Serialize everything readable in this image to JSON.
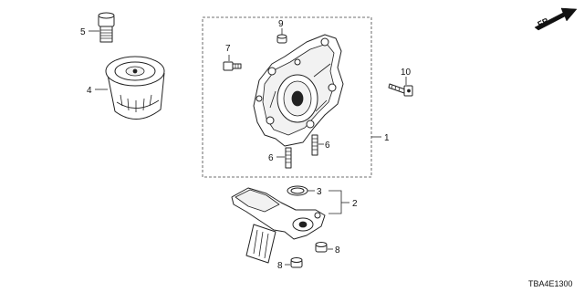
{
  "diagram": {
    "callouts": {
      "c1": "1",
      "c2": "2",
      "c3": "3",
      "c4": "4",
      "c5": "5",
      "c6a": "6",
      "c6b": "6",
      "c7": "7",
      "c8a": "8",
      "c8b": "8",
      "c9": "9",
      "c10": "10"
    },
    "front_marker": "FR.",
    "catalog_code": "TBA4E1300"
  }
}
